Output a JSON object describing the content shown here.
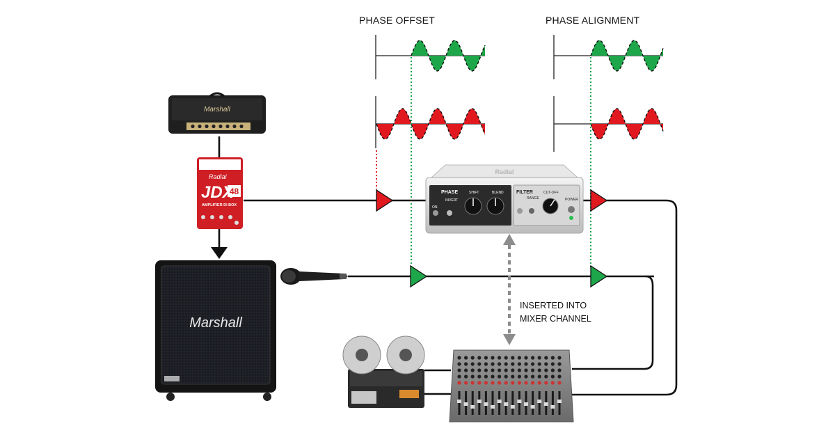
{
  "labels": {
    "phase_offset": "PHASE OFFSET",
    "phase_alignment": "PHASE ALIGNMENT",
    "inserted_line1": "INSERTED INTO",
    "inserted_line2": "MIXER CHANNEL"
  },
  "devices": {
    "amp_head_brand": "Marshall",
    "cabinet_brand": "Marshall",
    "di_brand": "Radial",
    "di_model": "JDX",
    "di_model_number": "48",
    "di_subtitle": "AMPLIFIER DI BOX",
    "phaser_brand": "Radial",
    "phaser_section_phase": "PHASE",
    "phaser_invert": "INVERT",
    "phaser_shift": "SHIFT",
    "phaser_blend": "BLEND",
    "phaser_filter": "FILTER",
    "phaser_range": "RANGE",
    "phaser_cutoff": "CUT-OFF",
    "phaser_power": "POWER",
    "phaser_on": "ON"
  },
  "colors": {
    "in_phase": "#1ea64a",
    "out_of_phase": "#e1191f",
    "signal_line": "#111111",
    "arrow_gray": "#8c8c8c"
  },
  "icons": {
    "signal_marker": "triangle-right",
    "connector_arrow": "triangle-down",
    "bidirectional_arrow": "double-headed-arrow"
  }
}
